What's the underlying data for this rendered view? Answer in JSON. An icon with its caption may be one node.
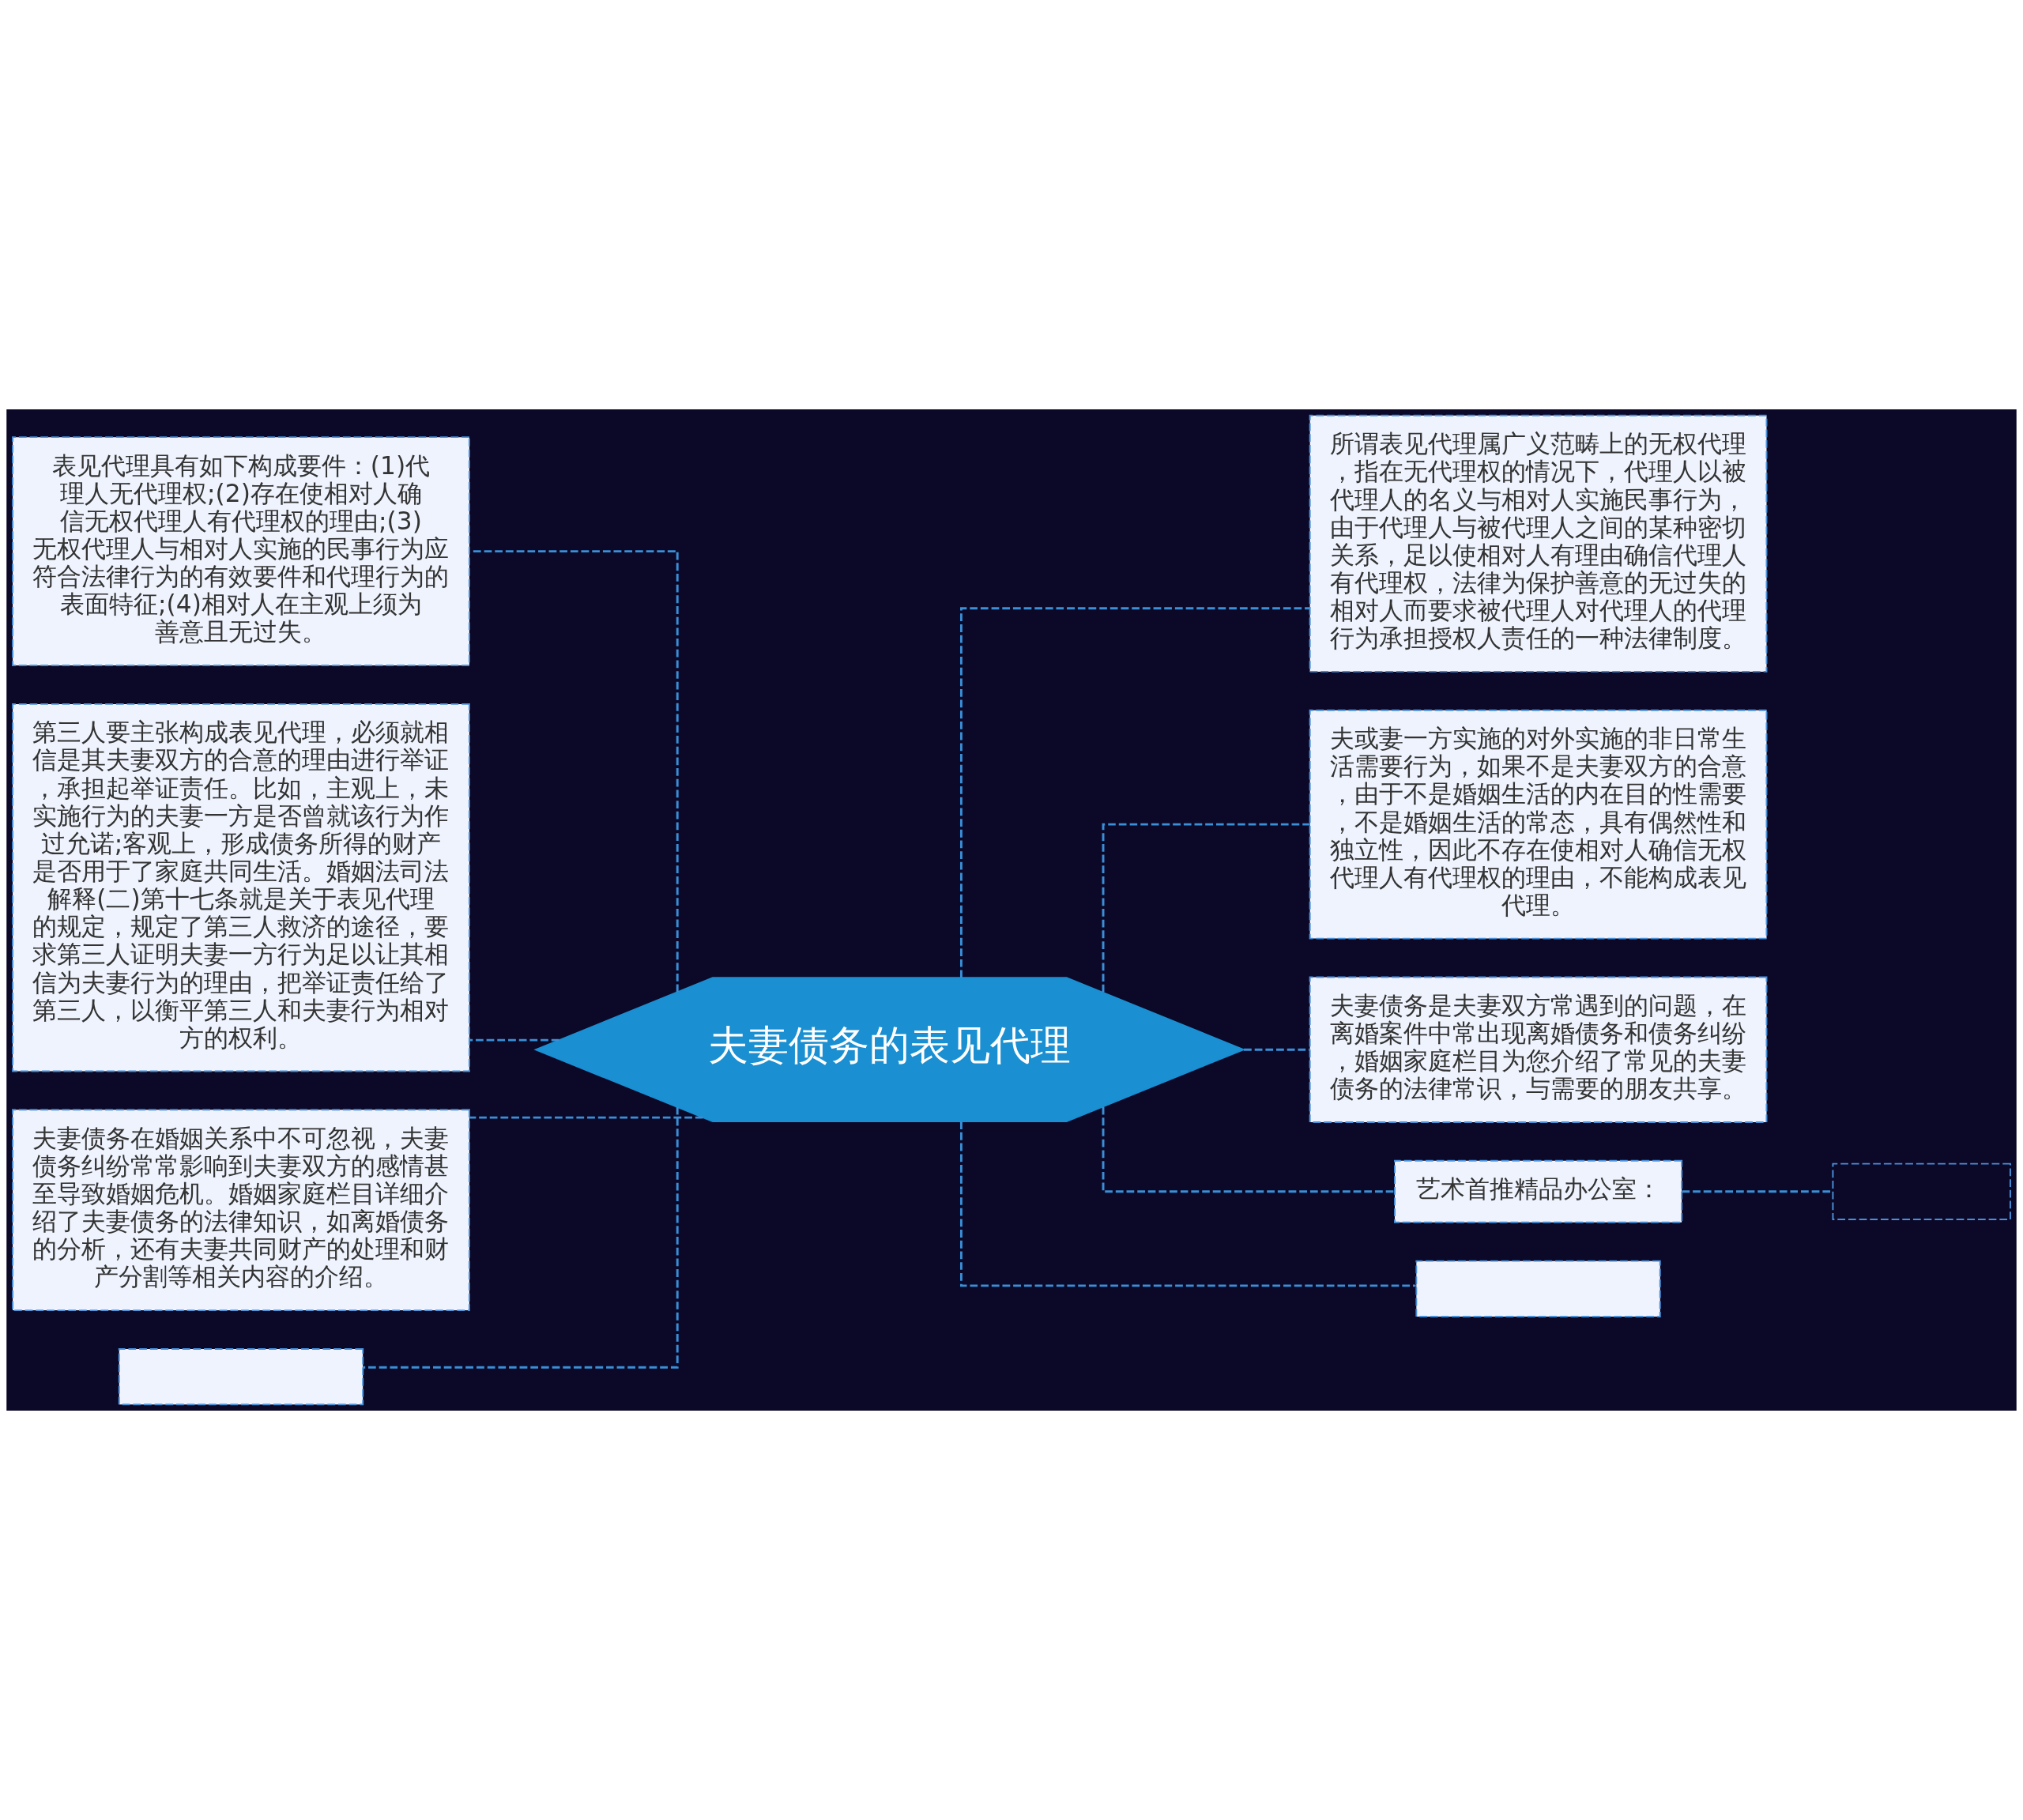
{
  "diagram": {
    "nodes": [
      {
        "text": [
          "夫妻债务的表见代理"
        ]
      },
      {
        "text": [
          "表见代理具有如下构成要件：(1)代理人无代理权;(2)存在使相对人确信无权代理人有代理权的理由;(3)无权代理人与相对人实施的民事行为应符合法律行为的有效要件和代理行为的表面特征;(4)相对人在主观上须为善意且无过失。"
        ]
      },
      {
        "text": [
          "第三人要主张构成表见代理，必须就相信是其夫妻双方的合意的理由进行举证，承担起举证责任。比如，主观上，未实施行为的夫妻一方是否曾就该行为作过允诺;客观上，形成债务所得的财产是否用于了家庭共同生活。婚姻法司法解释(二)第十七条就是关于表见代理的规定，规定了第三人救济的途径，要求第三人证明夫妻一方行为足以让其相信为夫妻行为的理由，把举证责任给了第三人，以衡平第三人和夫妻行为相对方的权利。"
        ]
      },
      {
        "text": [
          "夫妻债务在婚姻关系中不可忽视，夫妻债务纠纷常常影响到夫妻双方的感情甚至导致婚姻危机。婚姻家庭栏目详细介绍了夫妻债务的法律知识，如离婚债务的分析，还有夫妻共同财产的处理和财产分割等相关内容的介绍。"
        ]
      },
      {
        "text": [],
        "shape": "box"
      },
      {
        "text": [
          "所谓表见代理属广义范畴上的无权代理，指在无代理权的情况下，代理人以被代理人的名义与相对人实施民事行为，由于代理人与被代理人之间的某种密切关系，足以使相对人有理由确信代理人有代理权，法律为保护善意的无过失的相对人而要求被代理人对代理人的代理行为承担授权人责任的一种法律制度。"
        ]
      },
      {
        "text": [
          "夫或妻一方实施的对外实施的非日常生活需要行为，如果不是夫妻双方的合意，由于不是婚姻生活的内在目的性需要，不是婚姻生活的常态，具有偶然性和独立性，因此不存在使相对人确信无权代理人有代理权的理由，不能构成表见代理。"
        ]
      },
      {
        "text": [
          "夫妻债务是夫妻双方常遇到的问题，在离婚案件中常出现离婚债务和债务纠纷，婚姻家庭栏目为您介绍了常见的夫妻债务的法律常识，与需要的朋友共享。"
        ]
      },
      {
        "text": [
          "艺术首推精品办公室："
        ]
      },
      {
        "text": [],
        "shape": "box"
      },
      {
        "text": [],
        "shape": "box"
      }
    ],
    "edges": [
      {
        "from": 0,
        "to": 1,
        "arrow": "none",
        "style": "dashed"
      },
      {
        "from": 0,
        "to": 2,
        "arrow": "none",
        "style": "dashed"
      },
      {
        "from": 0,
        "to": 3,
        "arrow": "none",
        "style": "dashed"
      },
      {
        "from": 0,
        "to": 4,
        "arrow": "none",
        "style": "dashed"
      },
      {
        "from": 0,
        "to": 5,
        "arrow": "none",
        "style": "dashed"
      },
      {
        "from": 0,
        "to": 6,
        "arrow": "none",
        "style": "dashed"
      },
      {
        "from": 0,
        "to": 7,
        "arrow": "none",
        "style": "dashed"
      },
      {
        "from": 0,
        "to": 8,
        "arrow": "none",
        "style": "dashed"
      },
      {
        "from": 8,
        "to": 9,
        "arrow": "none",
        "style": "dashed"
      },
      {
        "from": 0,
        "to": 10,
        "arrow": "none",
        "style": "dashed"
      }
    ]
  }
}
